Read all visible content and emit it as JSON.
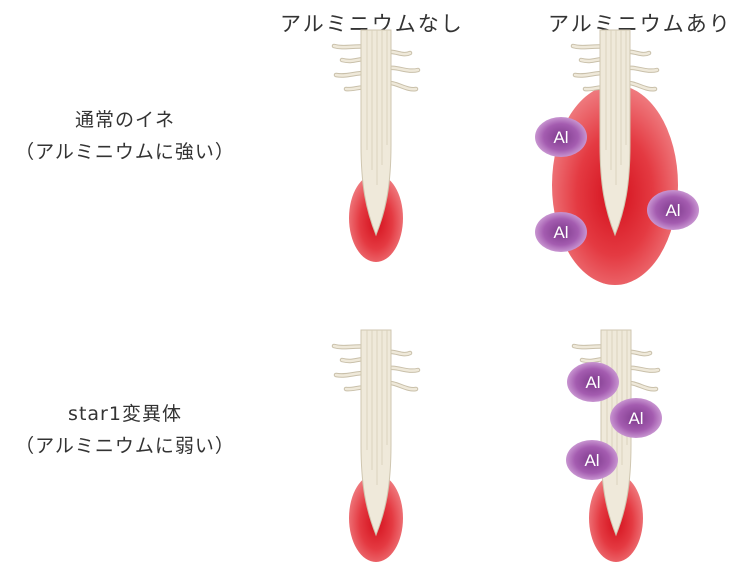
{
  "columns": {
    "without_al": "アルミニウムなし",
    "with_al": "アルミニウムあり"
  },
  "rows": {
    "normal": {
      "line1": "通常のイネ",
      "line2": "（アルミニウムに強い）"
    },
    "mutant": {
      "line1": "star1変異体",
      "line2": "（アルミニウムに弱い）"
    }
  },
  "al_label": "Al",
  "colors": {
    "root": "#efe9da",
    "root_line": "#c9c0aa",
    "zone_red": "#e02a32",
    "al_purple": "#9c52a8"
  }
}
